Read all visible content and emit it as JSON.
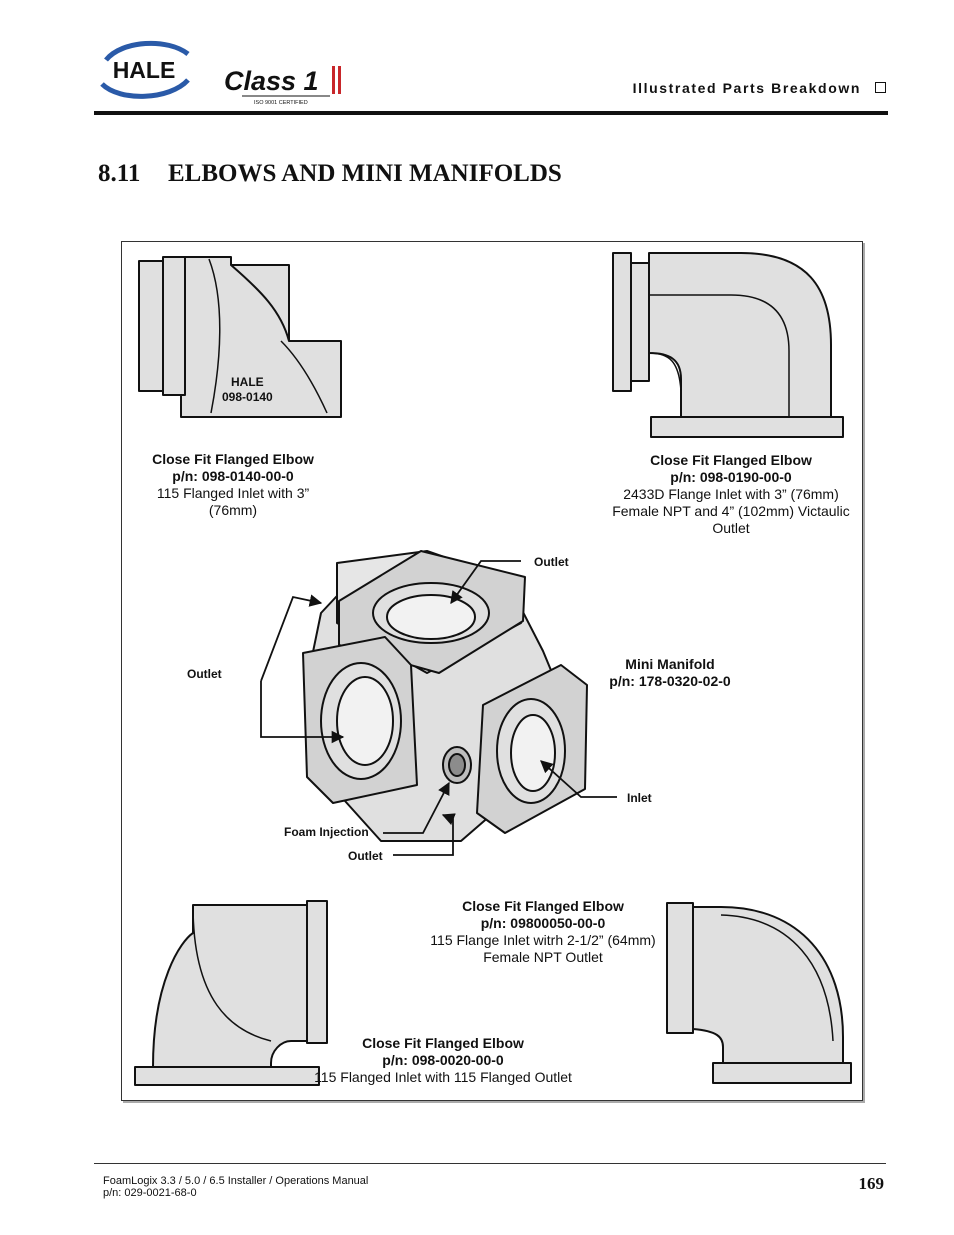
{
  "header": {
    "hale_logo_text": "HALE",
    "class1_logo_text": "Class 1",
    "class1_logo_subtext": "ISO 9001 CERTIFIED",
    "section_title": "Illustrated Parts Breakdown"
  },
  "section": {
    "number": "8.11",
    "title": "ELBOWS AND MINI MANIFOLDS"
  },
  "figure": {
    "part_stamp": {
      "line1": "HALE",
      "line2": "098-0140"
    },
    "captions": {
      "top_left": {
        "name": "Close Fit Flanged Elbow",
        "pn": "p/n: 098-0140-00-0",
        "desc1": "115 Flanged Inlet with 3”",
        "desc2": "(76mm)"
      },
      "top_right": {
        "name": "Close Fit Flanged Elbow",
        "pn": "p/n: 098-0190-00-0",
        "desc1": "2433D Flange Inlet with 3” (76mm)",
        "desc2": "Female NPT and 4” (102mm) Victaulic",
        "desc3": "Outlet"
      },
      "manifold": {
        "name": "Mini Manifold",
        "pn": "p/n: 178-0320-02-0"
      },
      "bottom_right": {
        "name": "Close Fit Flanged Elbow",
        "pn": "p/n: 09800050-00-0",
        "desc1": "115 Flange Inlet witrh 2-1/2” (64mm)",
        "desc2": "Female NPT Outlet"
      },
      "bottom_left": {
        "name": "Close Fit Flanged Elbow",
        "pn": "p/n: 098-0020-00-0",
        "desc1": "115 Flanged Inlet with 115 Flanged Outlet"
      }
    },
    "callouts": {
      "outlet_top": "Outlet",
      "outlet_left": "Outlet",
      "inlet": "Inlet",
      "foam_injection": "Foam Injection",
      "outlet_bottom": "Outlet"
    }
  },
  "footer": {
    "manual": "FoamLogix 3.3 / 5.0 / 6.5 Installer / Operations Manual",
    "pn": "p/n: 029-0021-68-0",
    "page": "169"
  }
}
